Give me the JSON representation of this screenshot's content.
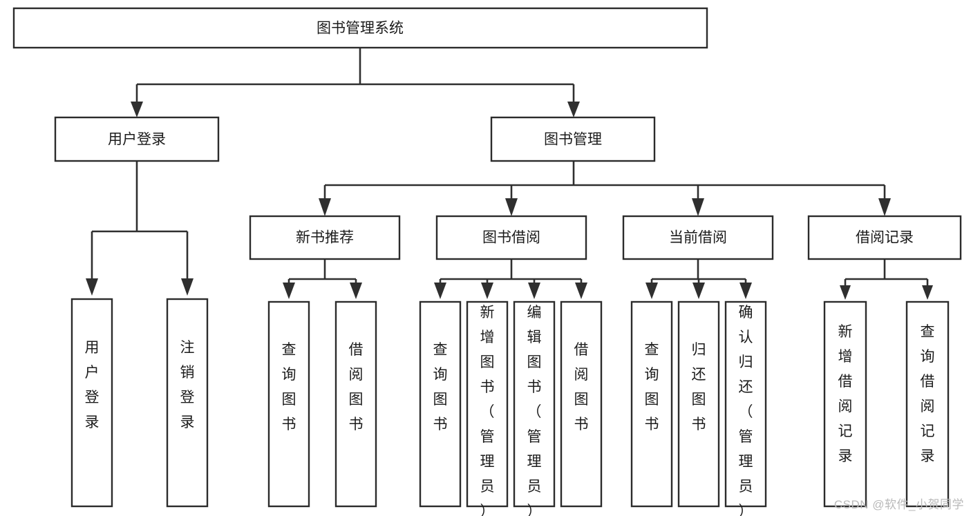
{
  "diagram": {
    "type": "tree-hierarchy",
    "title": "图书管理系统",
    "watermark": "CSDN @软件_小贺同学",
    "palette": {
      "background": "#ffffff",
      "box_fill": "#ffffff",
      "box_stroke": "#2b2b2b",
      "connector": "#2f2f2f",
      "text": "#1b1b1b",
      "watermark": "#b9b9b9"
    },
    "nodes": {
      "root": {
        "label": "图书管理系统"
      },
      "level2": [
        {
          "id": "user-login",
          "label": "用户登录"
        },
        {
          "id": "book-manage",
          "label": "图书管理"
        }
      ],
      "level3": [
        {
          "id": "new-book-recommend",
          "label": "新书推荐"
        },
        {
          "id": "book-borrow",
          "label": "图书借阅"
        },
        {
          "id": "current-borrow",
          "label": "当前借阅"
        },
        {
          "id": "borrow-record",
          "label": "借阅记录"
        }
      ],
      "leaves": {
        "user-login": [
          {
            "id": "leaf-user-login",
            "label": "用户登录"
          },
          {
            "id": "leaf-user-logout",
            "label": "注销登录"
          }
        ],
        "new-book-recommend": [
          {
            "id": "leaf-query-book-1",
            "label": "查询图书"
          },
          {
            "id": "leaf-borrow-book-1",
            "label": "借阅图书"
          }
        ],
        "book-borrow": [
          {
            "id": "leaf-query-book-2",
            "label": "查询图书"
          },
          {
            "id": "leaf-add-book",
            "label": "新增图书（管理员）"
          },
          {
            "id": "leaf-edit-book",
            "label": "编辑图书（管理员）"
          },
          {
            "id": "leaf-borrow-book-2",
            "label": "借阅图书"
          }
        ],
        "current-borrow": [
          {
            "id": "leaf-query-book-3",
            "label": "查询图书"
          },
          {
            "id": "leaf-return-book",
            "label": "归还图书"
          },
          {
            "id": "leaf-confirm-return",
            "label": "确认归还（管理员）"
          }
        ],
        "borrow-record": [
          {
            "id": "leaf-add-record",
            "label": "新增借阅记录"
          },
          {
            "id": "leaf-query-record",
            "label": "查询借阅记录"
          }
        ]
      }
    }
  }
}
